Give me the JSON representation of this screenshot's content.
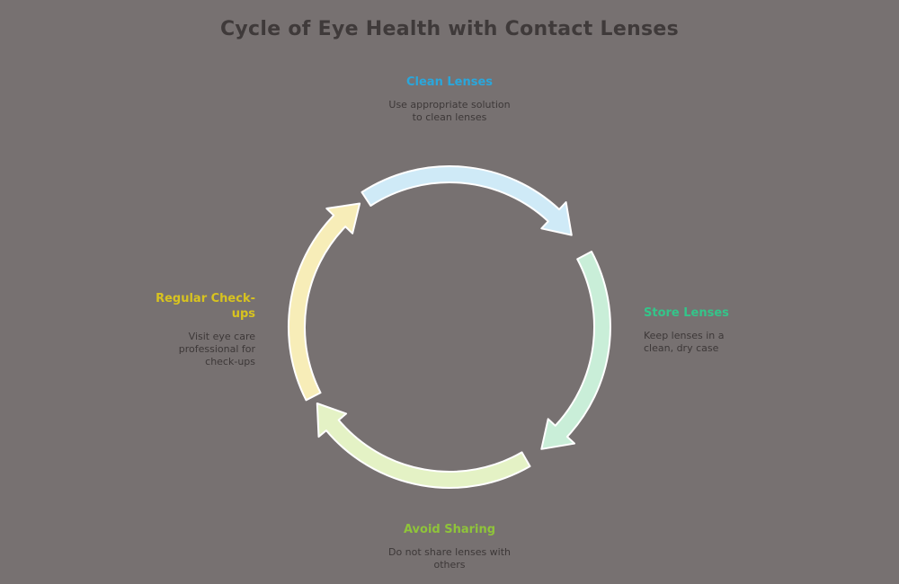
{
  "title": "Cycle of Eye Health with Contact Lenses",
  "steps": [
    {
      "label": "Clean Lenses",
      "description": "Use appropriate solution to clean lenses",
      "color": "#2aa7dc",
      "arrow_color": "#cfeaf7"
    },
    {
      "label": "Store Lenses",
      "description": "Keep lenses in a clean, dry case",
      "color": "#34c58a",
      "arrow_color": "#c9eed8"
    },
    {
      "label": "Avoid Sharing",
      "description": "Do not share lenses with others",
      "color": "#8fc43a",
      "arrow_color": "#e4f2c5"
    },
    {
      "label": "Regular Check-ups",
      "description": "Visit eye care professional for check-ups",
      "color": "#d8c31f",
      "arrow_color": "#f7edb8"
    }
  ]
}
